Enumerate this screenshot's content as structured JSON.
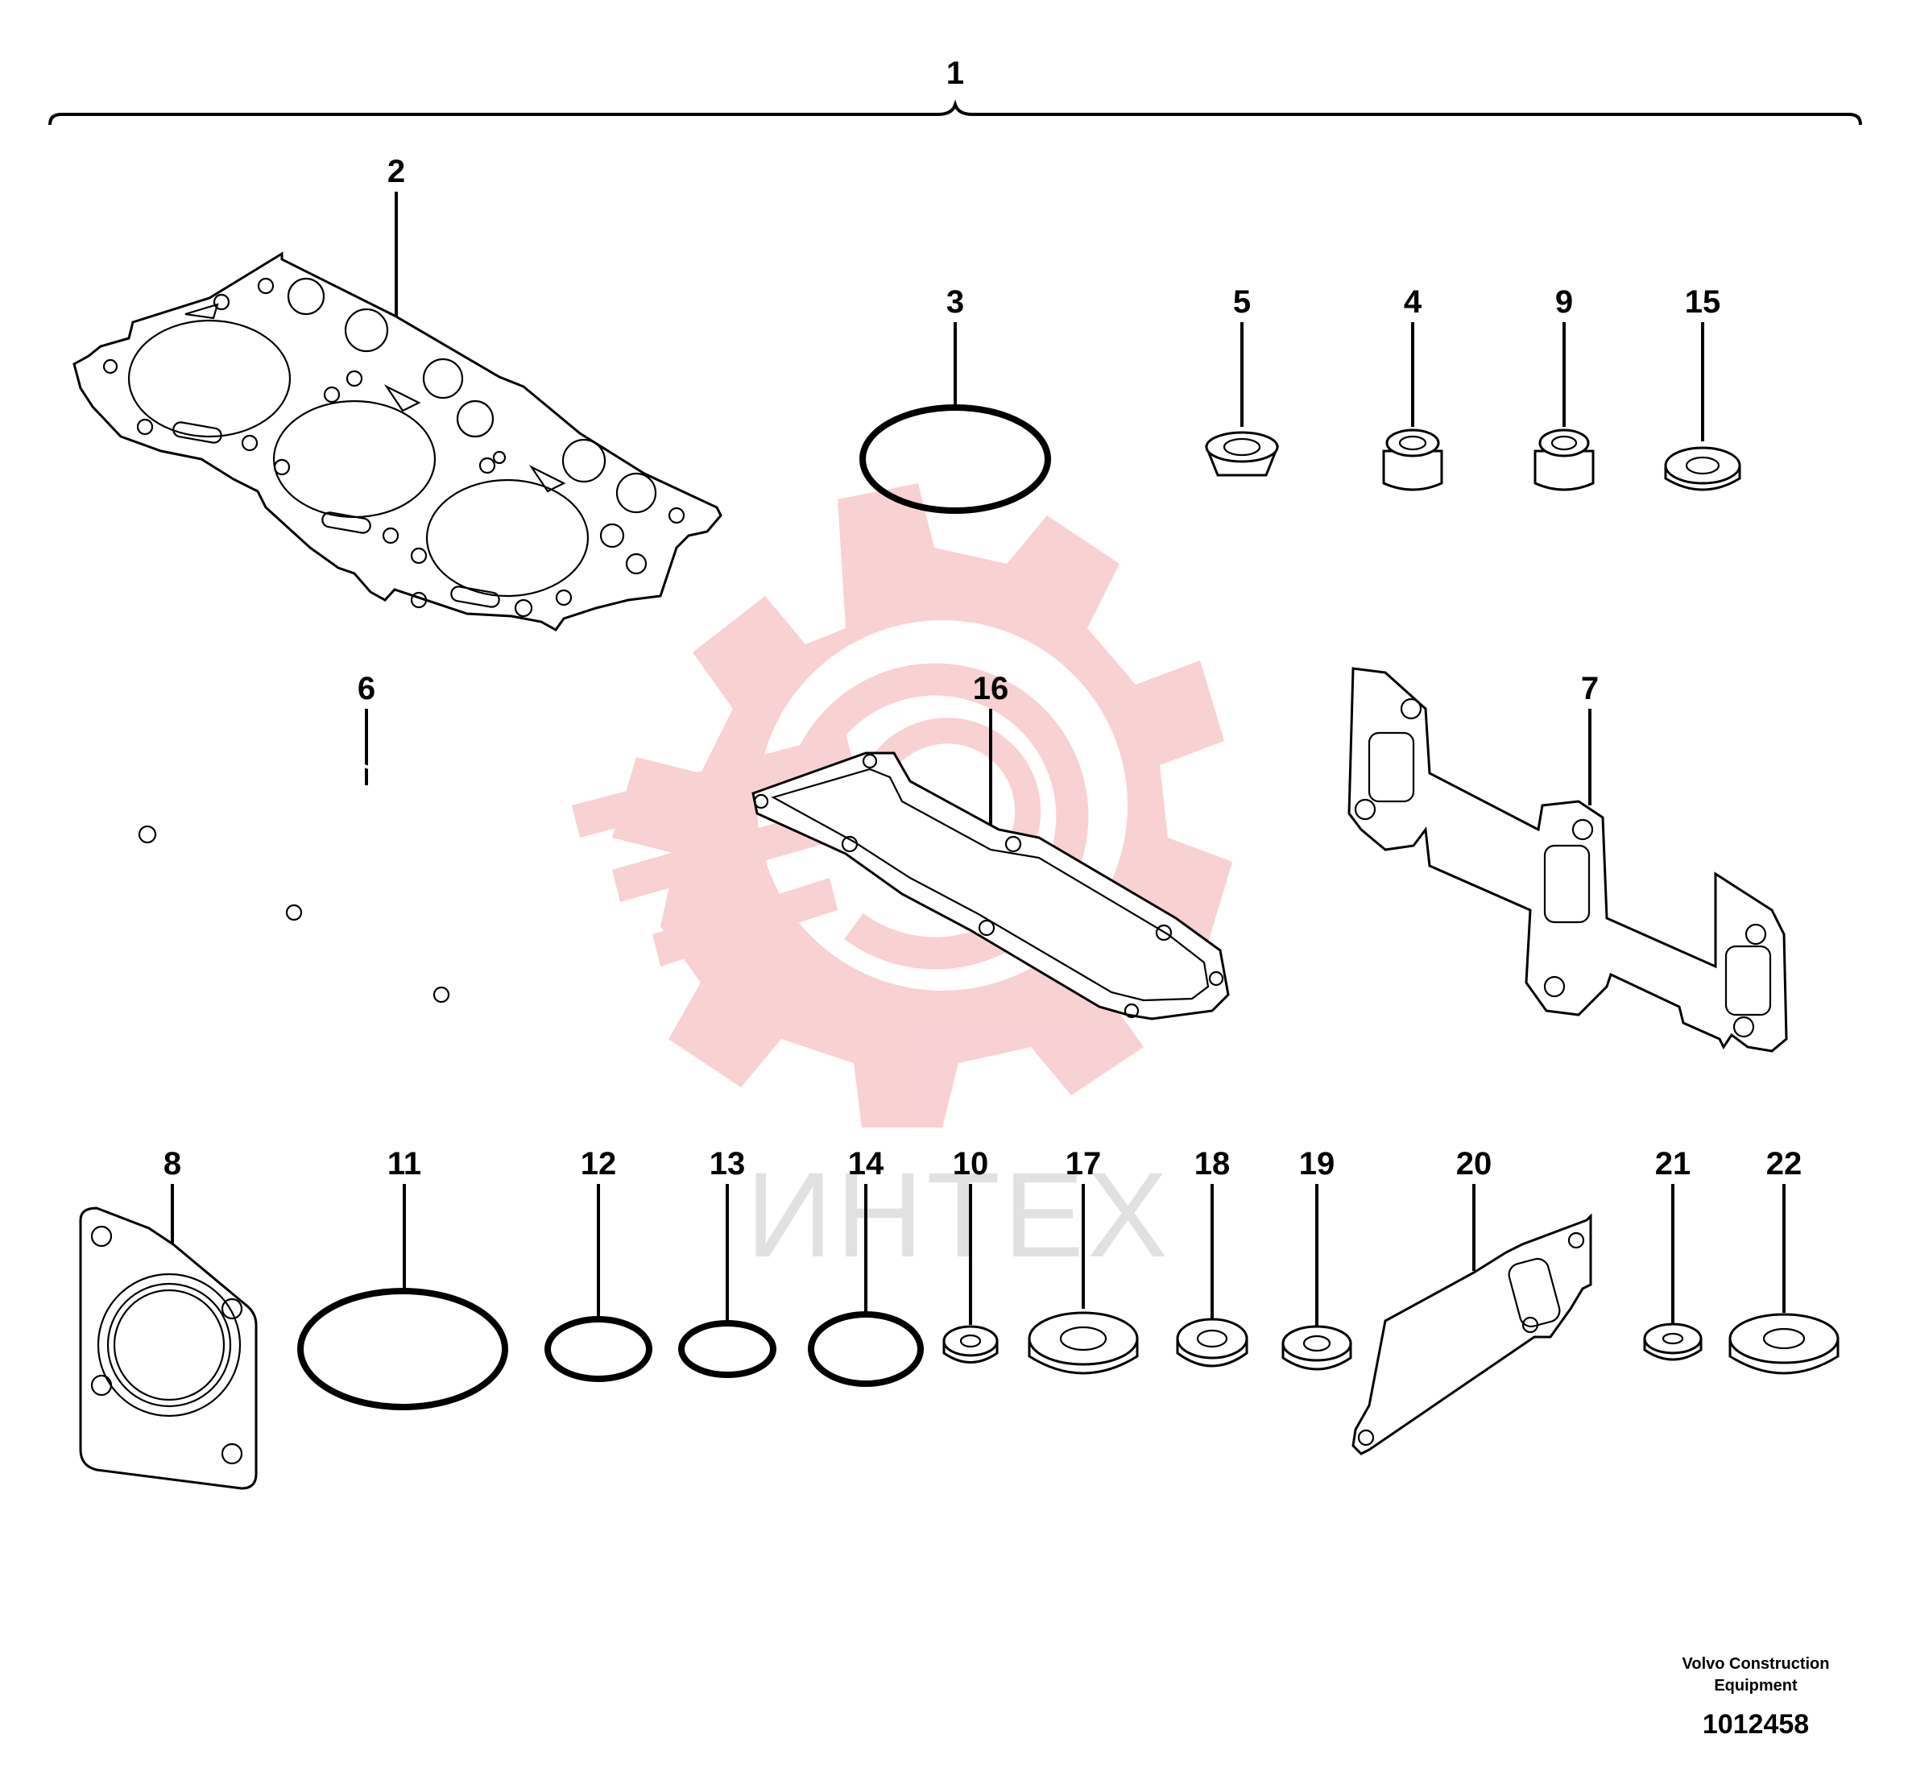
{
  "labels": {
    "p1": "1",
    "p2": "2",
    "p3": "3",
    "p4": "4",
    "p5": "5",
    "p6": "6",
    "p7": "7",
    "p8": "8",
    "p9": "9",
    "p10": "10",
    "p11": "11",
    "p12": "12",
    "p13": "13",
    "p14": "14",
    "p15": "15",
    "p16": "16",
    "p17": "17",
    "p18": "18",
    "p19": "19",
    "p20": "20",
    "p21": "21",
    "p22": "22"
  },
  "watermark": {
    "text": "ИНТЕХ",
    "color": "#f7c9cc"
  },
  "footer": {
    "company_line1": "Volvo Construction",
    "company_line2": "Equipment",
    "drawing_number": "1012458"
  }
}
